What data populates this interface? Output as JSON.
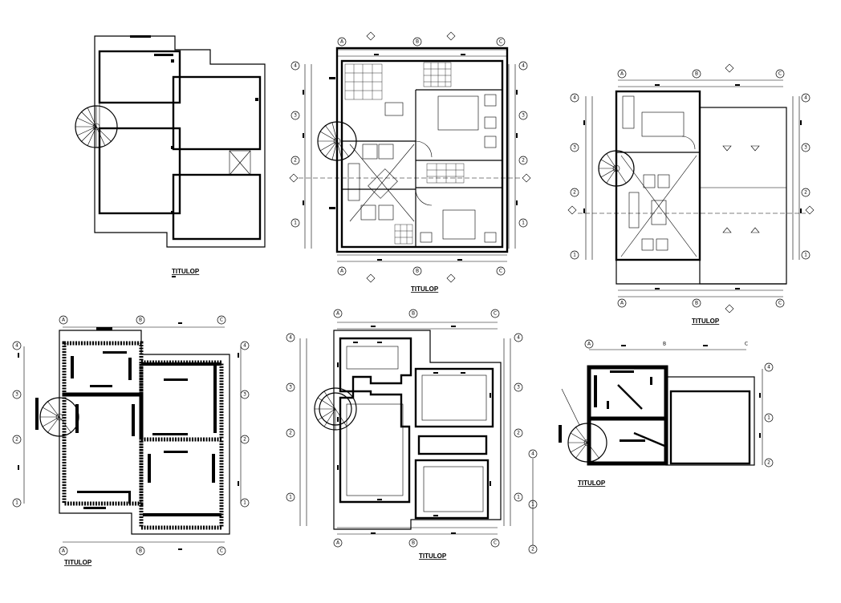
{
  "titles": [
    "TITULOP",
    "TITULOP",
    "TITULOP",
    "TITULOP",
    "TITULOP",
    "TITULOP"
  ],
  "grid": {
    "columns": [
      "A",
      "B",
      "C"
    ],
    "rows": [
      "4",
      "3",
      "2",
      "1"
    ],
    "rows_small": [
      "4",
      "1",
      "2"
    ]
  }
}
